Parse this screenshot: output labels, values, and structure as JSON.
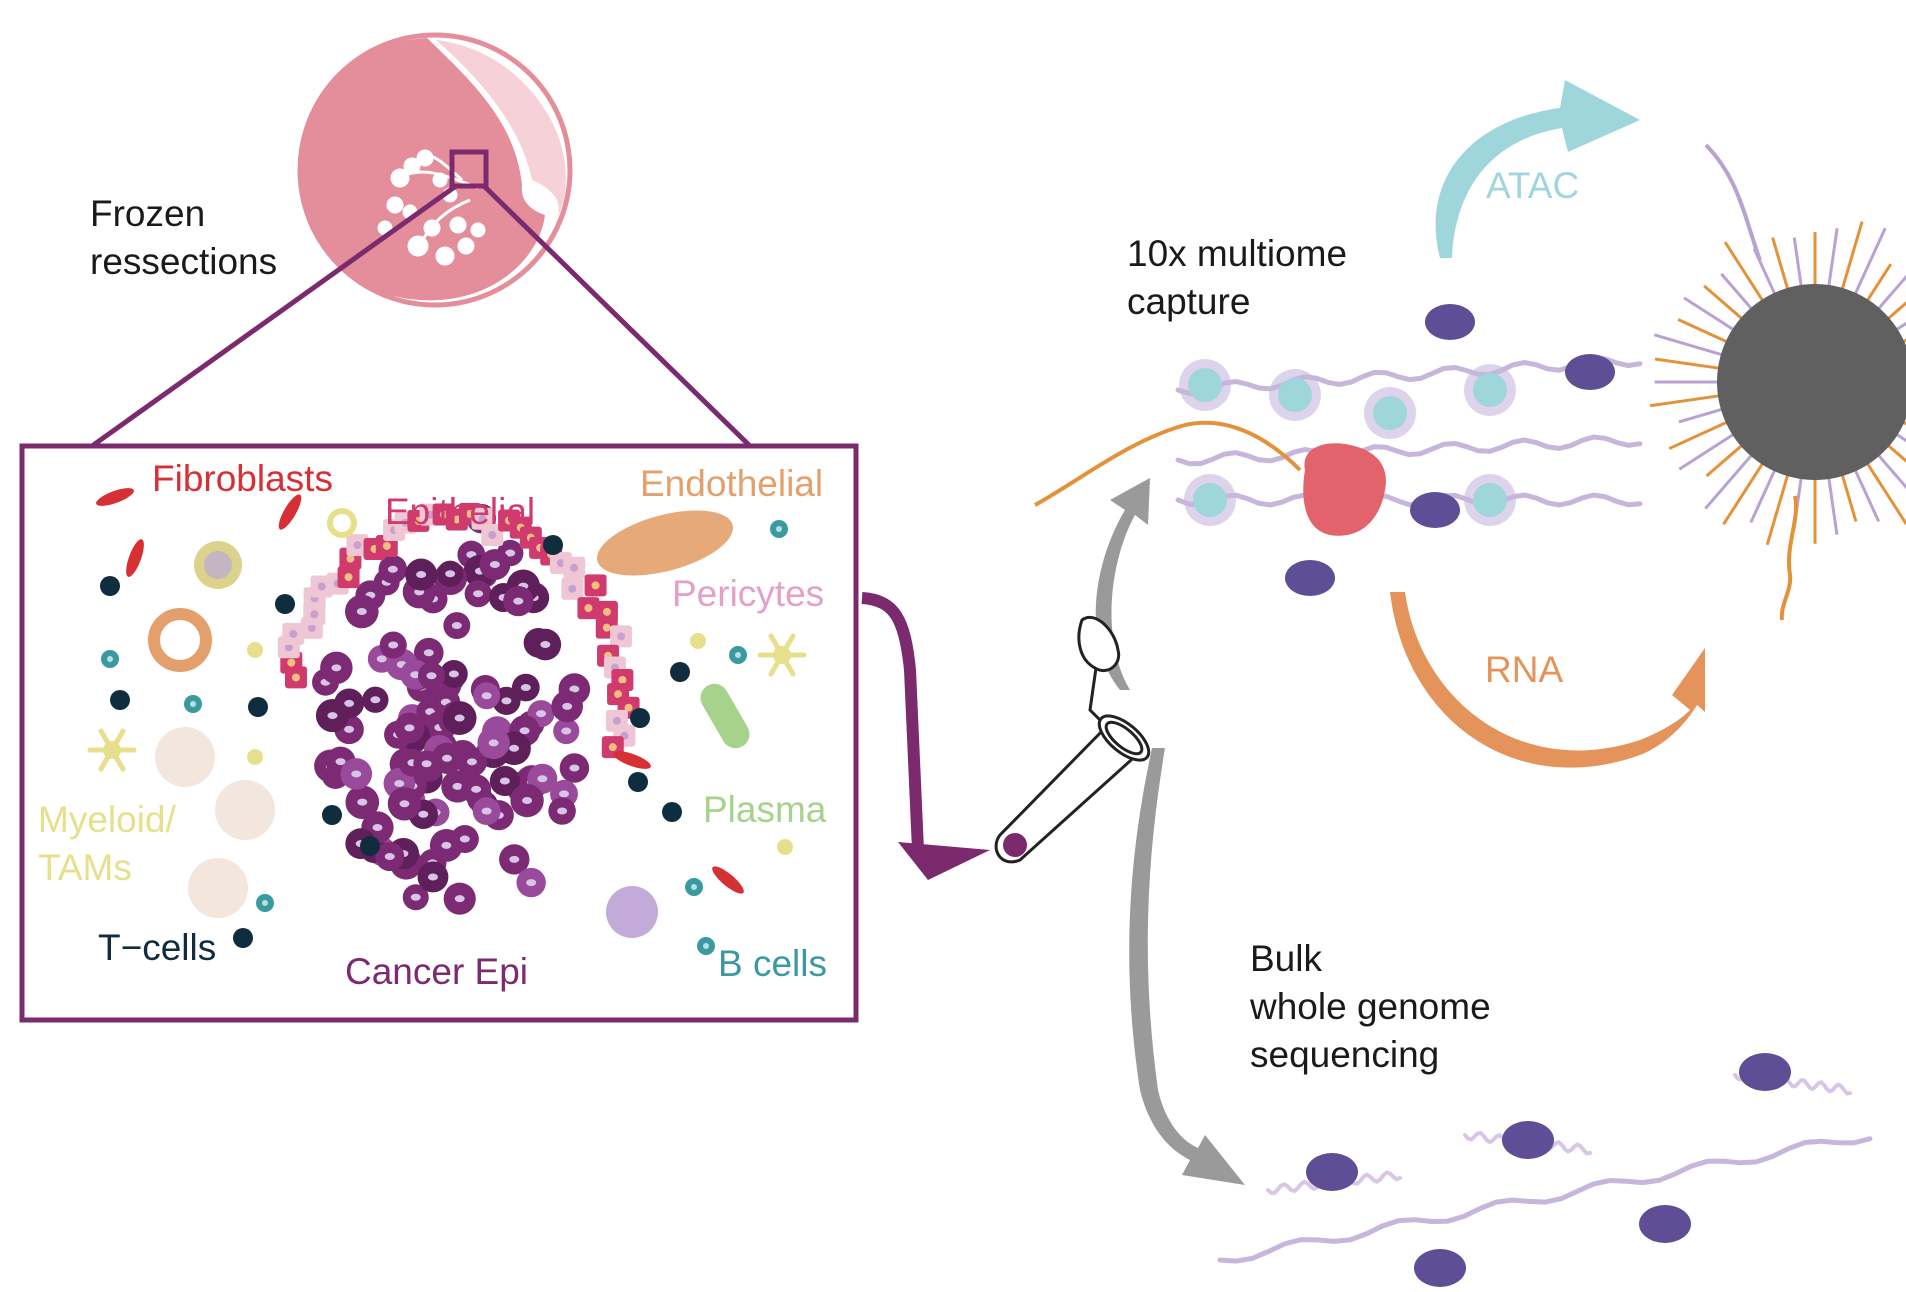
{
  "sample": {
    "label": "Frozen\nressections"
  },
  "cell_types": [
    {
      "id": "fibroblasts",
      "label": "Fibroblasts",
      "color": "#d62f34"
    },
    {
      "id": "epithelial",
      "label": "Epithelial",
      "color": "#d03a6c"
    },
    {
      "id": "endothelial",
      "label": "Endothelial",
      "color": "#e3a06c"
    },
    {
      "id": "pericytes",
      "label": "Pericytes",
      "color": "#e4a0c8"
    },
    {
      "id": "plasma",
      "label": "Plasma",
      "color": "#a6d28c"
    },
    {
      "id": "myeloid",
      "label": "Myeloid/\nTAMs",
      "color": "#e6e08c"
    },
    {
      "id": "tcells",
      "label": "T−cells",
      "color": "#0f2d3f"
    },
    {
      "id": "cancer_epi",
      "label": "Cancer Epi",
      "color": "#7b2a73"
    },
    {
      "id": "bcells",
      "label": "B cells",
      "color": "#3a9aa0"
    }
  ],
  "capture": {
    "label": "10x multiome\ncapture"
  },
  "modalities": [
    {
      "id": "atac",
      "label": "ATAC",
      "color": "#9fd6dc"
    },
    {
      "id": "rna",
      "label": "RNA",
      "color": "#e4935a"
    }
  ],
  "bulk": {
    "label": "Bulk\nwhole genome\nsequencing"
  },
  "colors": {
    "frame": "#7b2a6e",
    "breast": "#e48d9b",
    "breast_light": "#eda5b2",
    "arrow_gray": "#9a9a9a",
    "dna": "#c7b6dc",
    "nucleosome": "#5d4e96",
    "polymerase": "#e2636b",
    "bead": "#606060",
    "orange_strand": "#e3923a"
  },
  "icons": [
    "breast-icon",
    "tube-icon",
    "bead-icon",
    "dna-strand-icon"
  ]
}
